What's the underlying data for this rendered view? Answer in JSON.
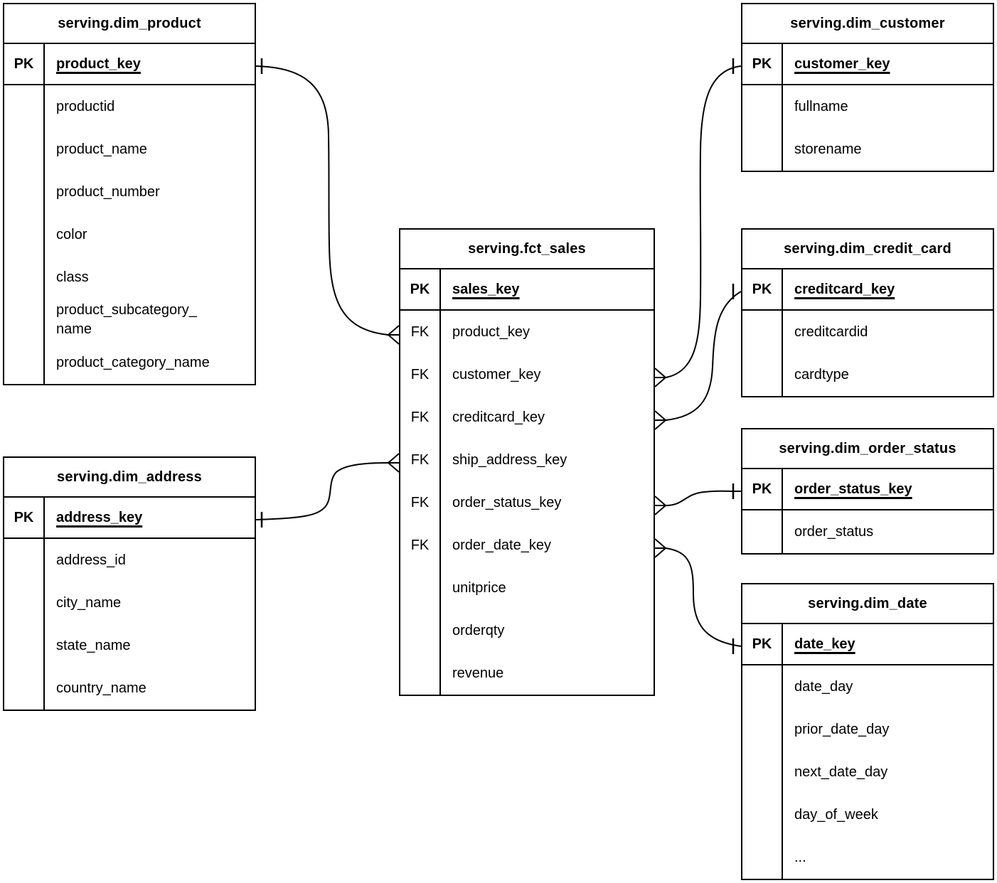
{
  "diagram": {
    "background": "#ffffff",
    "line_color": "#000000",
    "text_color": "#000000"
  },
  "labels": {
    "pk": "PK",
    "fk": "FK"
  },
  "tables": {
    "dim_product": {
      "title": "serving.dim_product",
      "pk": "product_key",
      "fields": [
        "productid",
        "product_name",
        "product_number",
        "color",
        "class",
        "product_subcategory_\nname",
        "product_category_name"
      ]
    },
    "dim_customer": {
      "title": "serving.dim_customer",
      "pk": "customer_key",
      "fields": [
        "fullname",
        "storename"
      ]
    },
    "fct_sales": {
      "title": "serving.fct_sales",
      "pk": "sales_key",
      "fields": [
        {
          "tag": "FK",
          "name": "product_key"
        },
        {
          "tag": "FK",
          "name": "customer_key"
        },
        {
          "tag": "FK",
          "name": "creditcard_key"
        },
        {
          "tag": "FK",
          "name": "ship_address_key"
        },
        {
          "tag": "FK",
          "name": "order_status_key"
        },
        {
          "tag": "FK",
          "name": "order_date_key"
        },
        {
          "tag": "",
          "name": "unitprice"
        },
        {
          "tag": "",
          "name": "orderqty"
        },
        {
          "tag": "",
          "name": "revenue"
        }
      ]
    },
    "dim_credit_card": {
      "title": "serving.dim_credit_card",
      "pk": "creditcard_key",
      "fields": [
        "creditcardid",
        "cardtype"
      ]
    },
    "dim_order_status": {
      "title": "serving.dim_order_status",
      "pk": "order_status_key",
      "fields": [
        "order_status"
      ]
    },
    "dim_date": {
      "title": "serving.dim_date",
      "pk": "date_key",
      "fields": [
        "date_day",
        "prior_date_day",
        "next_date_day",
        "day_of_week",
        "..."
      ]
    },
    "dim_address": {
      "title": "serving.dim_address",
      "pk": "address_key",
      "fields": [
        "address_id",
        "city_name",
        "state_name",
        "country_name"
      ]
    }
  },
  "relationships": [
    {
      "from": "serving.fct_sales.product_key",
      "to": "serving.dim_product.product_key",
      "cardinality": "many-to-one"
    },
    {
      "from": "serving.fct_sales.customer_key",
      "to": "serving.dim_customer.customer_key",
      "cardinality": "many-to-one"
    },
    {
      "from": "serving.fct_sales.creditcard_key",
      "to": "serving.dim_credit_card.creditcard_key",
      "cardinality": "many-to-one"
    },
    {
      "from": "serving.fct_sales.ship_address_key",
      "to": "serving.dim_address.address_key",
      "cardinality": "many-to-one"
    },
    {
      "from": "serving.fct_sales.order_status_key",
      "to": "serving.dim_order_status.order_status_key",
      "cardinality": "many-to-one"
    },
    {
      "from": "serving.fct_sales.order_date_key",
      "to": "serving.dim_date.date_key",
      "cardinality": "many-to-one"
    }
  ]
}
